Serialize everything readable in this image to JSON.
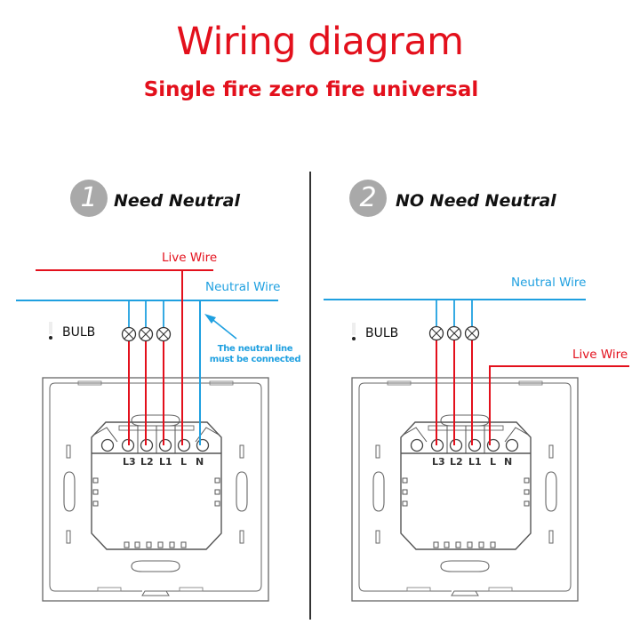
{
  "header": {
    "title": "Wiring diagram",
    "subtitle": "Single fire zero fire universal"
  },
  "colors": {
    "title_red": "#e3101c",
    "live_wire": "#e3101c",
    "neutral_wire": "#1fa0e0",
    "badge_gray": "#a9a9a9",
    "outline": "#555555"
  },
  "panels": [
    {
      "number": "1",
      "title": "Need Neutral",
      "live_label": "Live Wire",
      "neutral_label": "Neutral Wire",
      "bulb_label": "BULB",
      "note_line1": "The neutral line",
      "note_line2": "must be connected",
      "terminals": [
        "L3",
        "L2",
        "L1",
        "L",
        "N"
      ],
      "bulb_count": 3,
      "neutral_connected": true
    },
    {
      "number": "2",
      "title": "NO Need Neutral",
      "live_label": "Live Wire",
      "neutral_label": "Neutral Wire",
      "bulb_label": "BULB",
      "terminals": [
        "L3",
        "L2",
        "L1",
        "L",
        "N"
      ],
      "bulb_count": 3,
      "neutral_connected": false
    }
  ]
}
